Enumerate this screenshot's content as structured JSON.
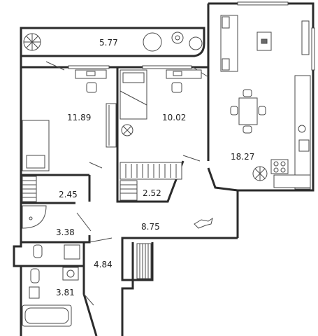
{
  "plan": {
    "rooms": [
      {
        "id": "balcony",
        "area": "5.77"
      },
      {
        "id": "bedroom-1",
        "area": "11.89"
      },
      {
        "id": "bedroom-2",
        "area": "10.02"
      },
      {
        "id": "kitchen-living",
        "area": "18.27"
      },
      {
        "id": "storage-1",
        "area": "2.45"
      },
      {
        "id": "wardrobe",
        "area": "2.52"
      },
      {
        "id": "bathroom-1",
        "area": "3.38"
      },
      {
        "id": "hallway",
        "area": "8.75"
      },
      {
        "id": "corridor",
        "area": "4.84"
      },
      {
        "id": "bathroom-2",
        "area": "3.81"
      }
    ],
    "colors": {
      "wall": "#2b2b2b",
      "line": "#4a4a4a",
      "accent": "#6a6a6a"
    }
  }
}
